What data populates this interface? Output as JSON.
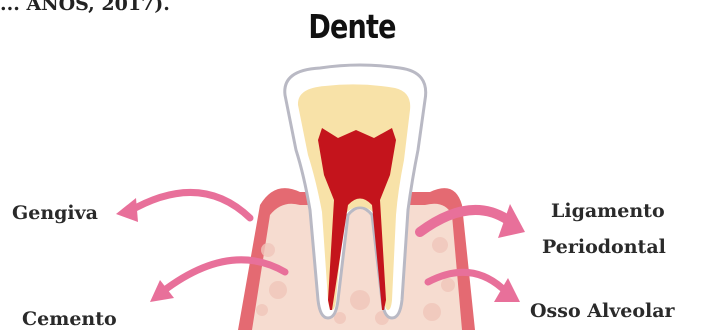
{
  "caption_fragment": "... ANOS, 2017).",
  "title": "Dente",
  "labels": {
    "gengiva": "Gengiva",
    "cemento": "Cemento",
    "ligamento_line1": "Ligamento",
    "ligamento_line2": "Periodontal",
    "osso_alveolar": "Osso Alveolar"
  },
  "colors": {
    "gum": "#e46a72",
    "gum_inner": "#f4c4c0",
    "bone": "#f6dcd0",
    "enamel": "#ffffff",
    "dentin": "#f8e2a8",
    "pulp": "#c4141c",
    "arrow": "#e8709a"
  }
}
